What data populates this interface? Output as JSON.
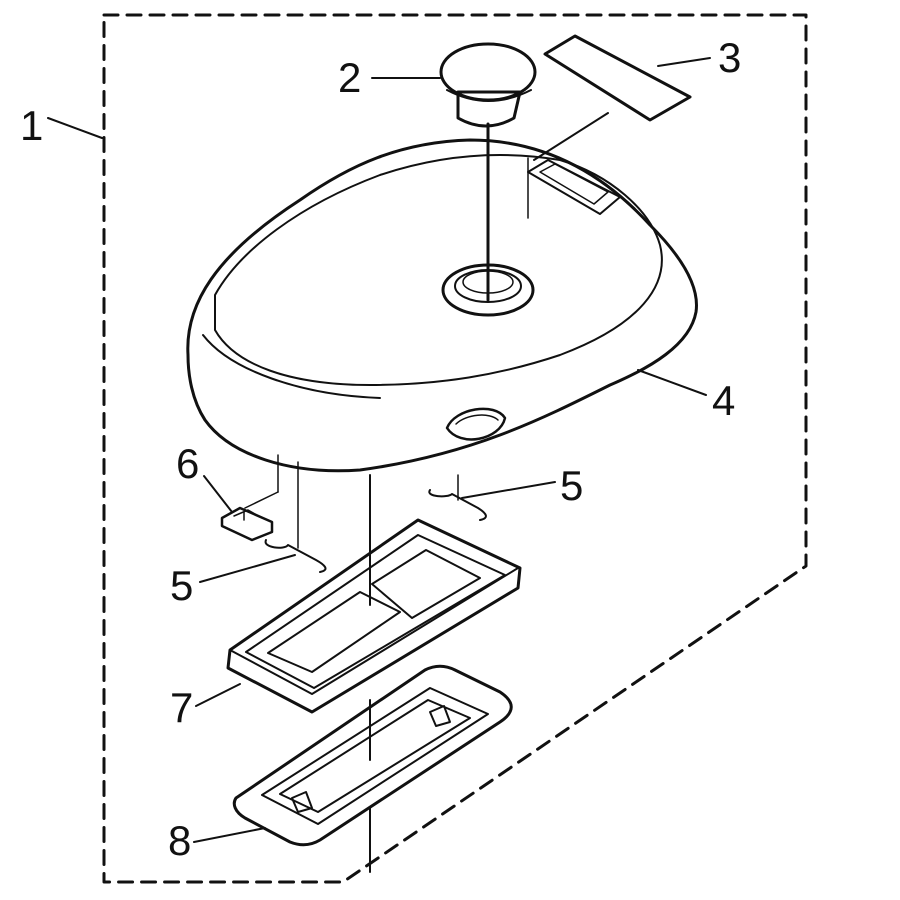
{
  "labels": {
    "l1": "1",
    "l2": "2",
    "l3": "3",
    "l4": "4",
    "l5a": "5",
    "l5b": "5",
    "l6": "6",
    "l7": "7",
    "l8": "8"
  },
  "colors": {
    "ink": "#111111",
    "paper": "#ffffff"
  }
}
